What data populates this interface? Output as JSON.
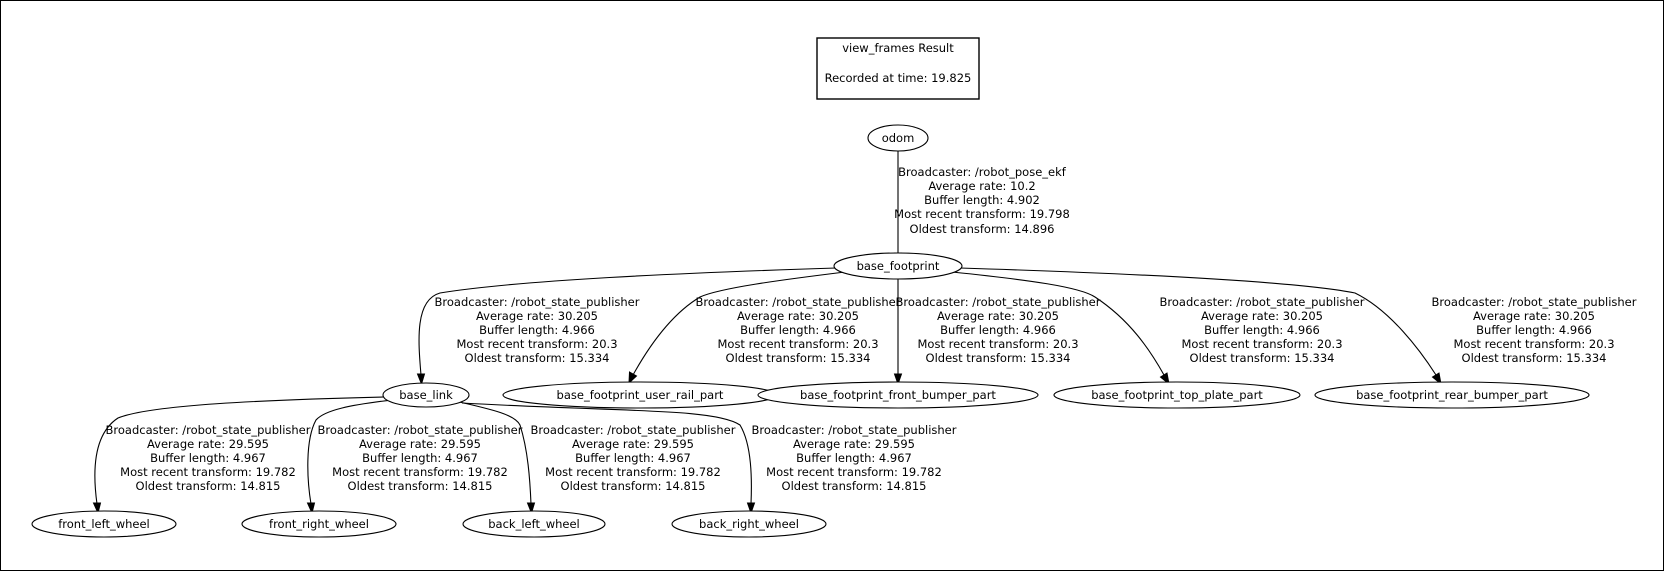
{
  "legend_box": {
    "title": "view_frames Result",
    "recorded": "Recorded at time: 19.825"
  },
  "nodes": {
    "odom": "odom",
    "base_footprint": "base_footprint",
    "base_link": "base_link",
    "user_rail": "base_footprint_user_rail_part",
    "front_bumper": "base_footprint_front_bumper_part",
    "top_plate": "base_footprint_top_plate_part",
    "rear_bumper": "base_footprint_rear_bumper_part",
    "front_left_wheel": "front_left_wheel",
    "front_right_wheel": "front_right_wheel",
    "back_left_wheel": "back_left_wheel",
    "back_right_wheel": "back_right_wheel"
  },
  "edges": {
    "odom_to_footprint": {
      "broadcaster": "Broadcaster: /robot_pose_ekf",
      "rate": "Average rate: 10.2",
      "buffer": "Buffer length: 4.902",
      "recent": "Most recent transform: 19.798",
      "oldest": "Oldest transform: 14.896"
    },
    "footprint_to_base_link": {
      "broadcaster": "Broadcaster: /robot_state_publisher",
      "rate": "Average rate: 30.205",
      "buffer": "Buffer length: 4.966",
      "recent": "Most recent transform: 20.3",
      "oldest": "Oldest transform: 15.334"
    },
    "footprint_to_user_rail": {
      "broadcaster": "Broadcaster: /robot_state_publisher",
      "rate": "Average rate: 30.205",
      "buffer": "Buffer length: 4.966",
      "recent": "Most recent transform: 20.3",
      "oldest": "Oldest transform: 15.334"
    },
    "footprint_to_front_bumper": {
      "broadcaster": "Broadcaster: /robot_state_publisher",
      "rate": "Average rate: 30.205",
      "buffer": "Buffer length: 4.966",
      "recent": "Most recent transform: 20.3",
      "oldest": "Oldest transform: 15.334"
    },
    "footprint_to_top_plate": {
      "broadcaster": "Broadcaster: /robot_state_publisher",
      "rate": "Average rate: 30.205",
      "buffer": "Buffer length: 4.966",
      "recent": "Most recent transform: 20.3",
      "oldest": "Oldest transform: 15.334"
    },
    "footprint_to_rear_bumper": {
      "broadcaster": "Broadcaster: /robot_state_publisher",
      "rate": "Average rate: 30.205",
      "buffer": "Buffer length: 4.966",
      "recent": "Most recent transform: 20.3",
      "oldest": "Oldest transform: 15.334"
    },
    "base_link_to_front_left": {
      "broadcaster": "Broadcaster: /robot_state_publisher",
      "rate": "Average rate: 29.595",
      "buffer": "Buffer length: 4.967",
      "recent": "Most recent transform: 19.782",
      "oldest": "Oldest transform: 14.815"
    },
    "base_link_to_front_right": {
      "broadcaster": "Broadcaster: /robot_state_publisher",
      "rate": "Average rate: 29.595",
      "buffer": "Buffer length: 4.967",
      "recent": "Most recent transform: 19.782",
      "oldest": "Oldest transform: 14.815"
    },
    "base_link_to_back_left": {
      "broadcaster": "Broadcaster: /robot_state_publisher",
      "rate": "Average rate: 29.595",
      "buffer": "Buffer length: 4.967",
      "recent": "Most recent transform: 19.782",
      "oldest": "Oldest transform: 14.815"
    },
    "base_link_to_back_right": {
      "broadcaster": "Broadcaster: /robot_state_publisher",
      "rate": "Average rate: 29.595",
      "buffer": "Buffer length: 4.967",
      "recent": "Most recent transform: 19.782",
      "oldest": "Oldest transform: 14.815"
    }
  }
}
